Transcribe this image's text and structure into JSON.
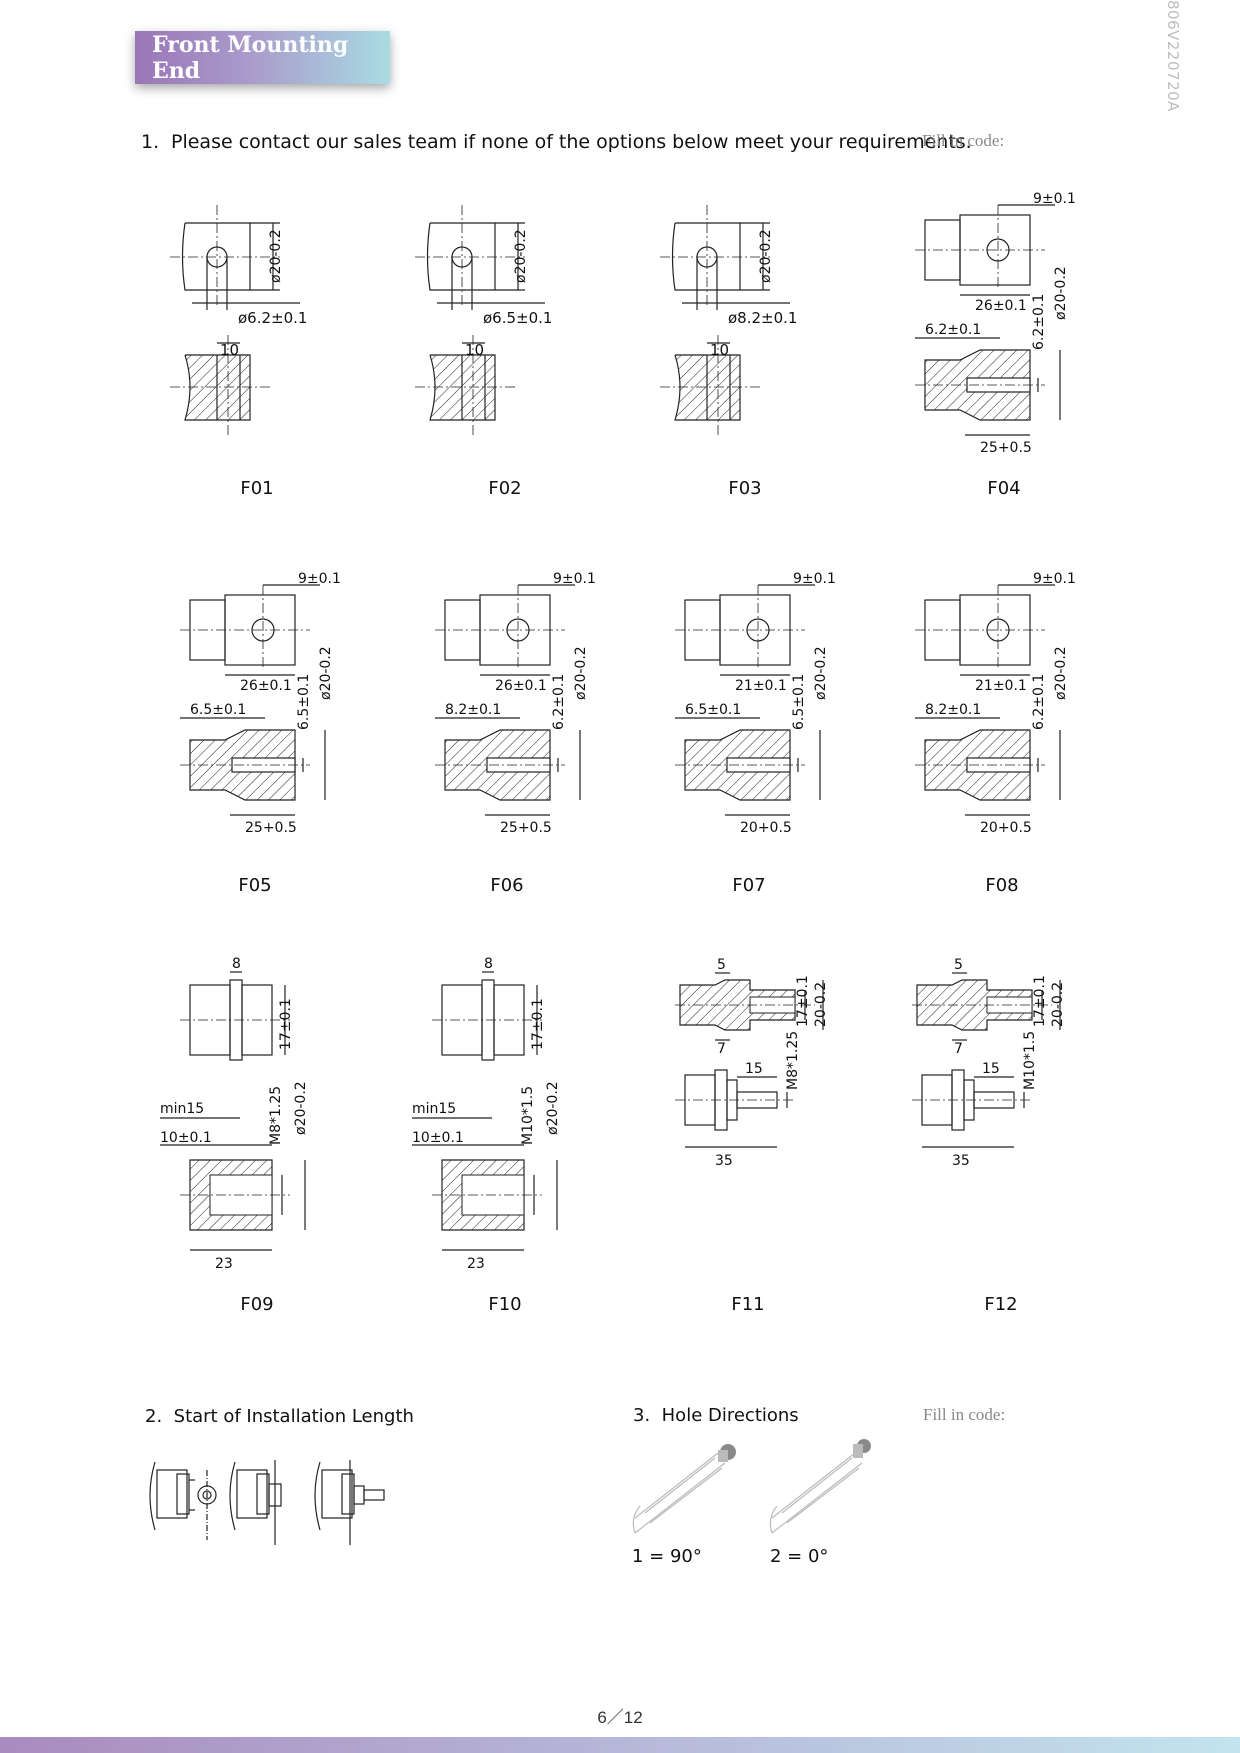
{
  "header": {
    "title": "Front Mounting End"
  },
  "doc_code": "806V220720A",
  "section1": {
    "number": "1.",
    "text": "Please contact our sales team if none of the options below meet your requirements.",
    "fill_label": "Fill in code:"
  },
  "options": [
    {
      "code": "F01",
      "hole": "ø6.2±0.1",
      "width": "10",
      "dia": "ø20-0.2"
    },
    {
      "code": "F02",
      "hole": "ø6.5±0.1",
      "width": "10",
      "dia": "ø20-0.2"
    },
    {
      "code": "F03",
      "hole": "ø8.2±0.1",
      "width": "10",
      "dia": "ø20-0.2"
    },
    {
      "code": "F04",
      "top": "9±0.1",
      "len": "26±0.1",
      "hole": "6.2±0.1",
      "slot": "6.2±0.1",
      "dia": "ø20-0.2",
      "depth": "25+0.5"
    },
    {
      "code": "F05",
      "top": "9±0.1",
      "len": "26±0.1",
      "hole": "6.5±0.1",
      "slot": "6.5±0.1",
      "dia": "ø20-0.2",
      "depth": "25+0.5"
    },
    {
      "code": "F06",
      "top": "9±0.1",
      "len": "26±0.1",
      "hole": "8.2±0.1",
      "slot": "6.2±0.1",
      "dia": "ø20-0.2",
      "depth": "25+0.5"
    },
    {
      "code": "F07",
      "top": "9±0.1",
      "len": "21±0.1",
      "hole": "6.5±0.1",
      "slot": "6.5±0.1",
      "dia": "ø20-0.2",
      "depth": "20+0.5"
    },
    {
      "code": "F08",
      "top": "9±0.1",
      "len": "21±0.1",
      "hole": "8.2±0.1",
      "slot": "6.2±0.1",
      "dia": "ø20-0.2",
      "depth": "20+0.5"
    },
    {
      "code": "F09",
      "top": "8",
      "flat": "17±0.1",
      "min": "min15",
      "ten": "10±0.1",
      "thread": "M8*1.25",
      "dia": "ø20-0.2",
      "len": "23"
    },
    {
      "code": "F10",
      "top": "8",
      "flat": "17±0.1",
      "min": "min15",
      "ten": "10±0.1",
      "thread": "M10*1.5",
      "dia": "ø20-0.2",
      "len": "23"
    },
    {
      "code": "F11",
      "five": "5",
      "flat": "17±0.1",
      "dia": "20-0.2",
      "seven": "7",
      "fifteen": "15",
      "thread": "M8*1.25",
      "len": "35"
    },
    {
      "code": "F12",
      "five": "5",
      "flat": "17±0.1",
      "dia": "20-0.2",
      "seven": "7",
      "fifteen": "15",
      "thread": "M10*1.5",
      "len": "35"
    }
  ],
  "section2": {
    "number": "2.",
    "title": "Start of Installation Length"
  },
  "section3": {
    "number": "3.",
    "title": "Hole Directions",
    "fill_label": "Fill in code:",
    "items": [
      {
        "label": "1 = 90°"
      },
      {
        "label": "2 = 0°"
      }
    ]
  },
  "footer": {
    "page": "6／12"
  }
}
